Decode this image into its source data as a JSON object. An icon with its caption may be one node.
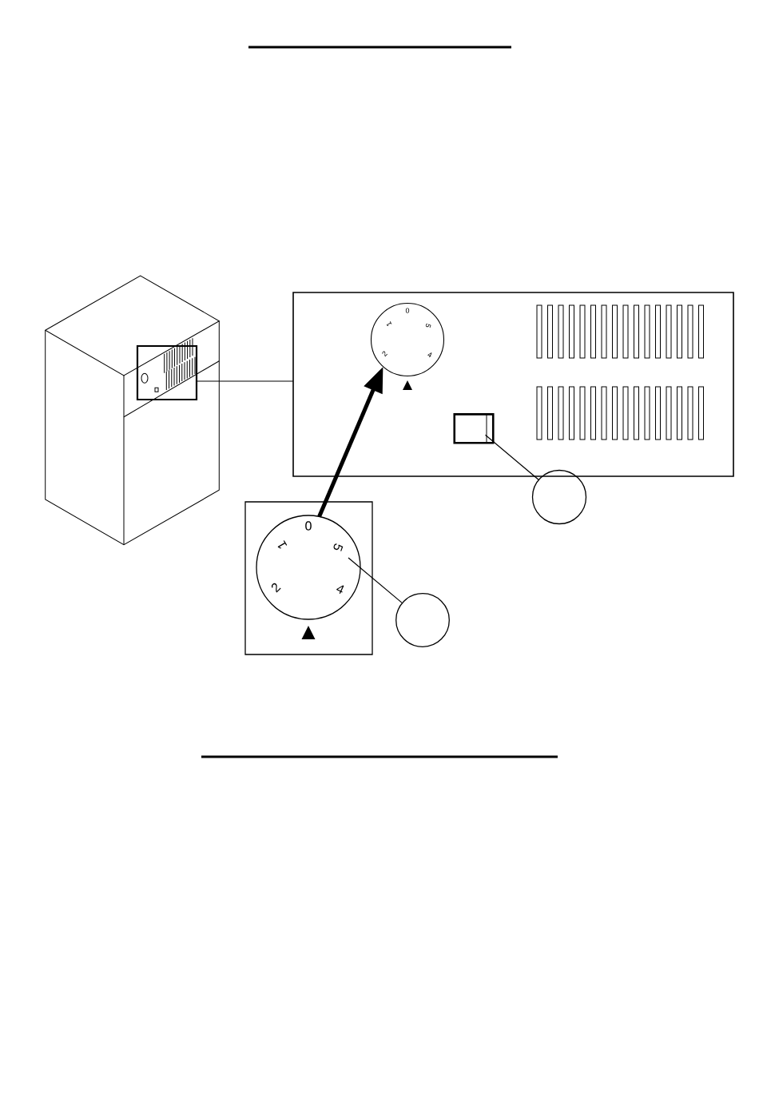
{
  "diagram": {
    "nodes": [
      {
        "text": [],
        "shape": "box"
      },
      {
        "text": [],
        "shape": "box"
      },
      {
        "text": [
          "0",
          "1",
          "5",
          "2",
          "4"
        ],
        "in": 1
      },
      {
        "text": [],
        "shape": "box",
        "in": 1
      },
      {
        "text": [],
        "shape": "circle"
      },
      {
        "text": [],
        "shape": "box"
      },
      {
        "text": [
          "0",
          "1",
          "5",
          "2",
          "4"
        ],
        "in": 5
      },
      {
        "text": [],
        "shape": "circle"
      }
    ],
    "edges": [
      {
        "from": 0,
        "to": 1,
        "arrow": "none"
      },
      {
        "from": 6,
        "to": 2,
        "arrow": "to",
        "style": "thick"
      },
      {
        "from": 4,
        "to": 3,
        "arrow": "none"
      },
      {
        "from": 7,
        "to": 6,
        "arrow": "none"
      }
    ]
  }
}
